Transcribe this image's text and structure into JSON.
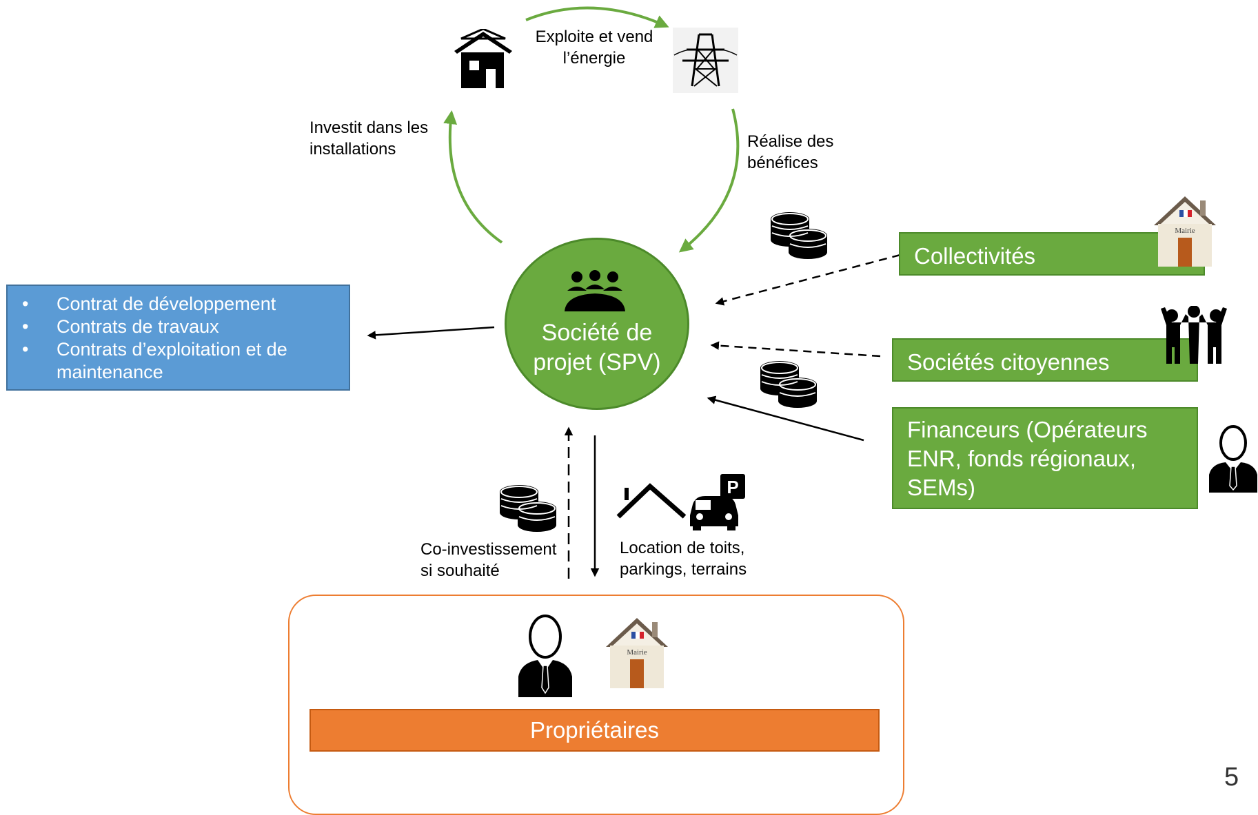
{
  "center": {
    "label_line1": "Société de",
    "label_line2": "projet (SPV)"
  },
  "cycle": {
    "top_label": [
      "Exploite et vend",
      "l’énergie"
    ],
    "left_label": [
      "Investit dans les",
      "installations"
    ],
    "right_label": [
      "Réalise des",
      "bénéfices"
    ]
  },
  "contracts": {
    "items": [
      "Contrat de développement",
      "Contrats de travaux",
      "Contrats d’exploitation et de maintenance"
    ]
  },
  "investors": {
    "collectivites": "Collectivités",
    "societes_citoyennes": "Sociétés citoyennes",
    "financeurs": [
      "Financeurs (Opérateurs",
      "ENR, fonds régionaux,",
      "SEMs)"
    ]
  },
  "bottom": {
    "coinvest_label": [
      "Co-investissement",
      "si souhaité"
    ],
    "location_label": [
      "Location de toits,",
      "parkings, terrains"
    ],
    "owners_label": "Propriétaires"
  },
  "icons": {
    "mairie_text": "Mairie",
    "parking_letter": "P"
  },
  "colors": {
    "green": "#6aaa3f",
    "blue": "#5b9bd5",
    "orange": "#ed7d31",
    "arrow_green": "#6aaa3f"
  },
  "page_number": "5"
}
